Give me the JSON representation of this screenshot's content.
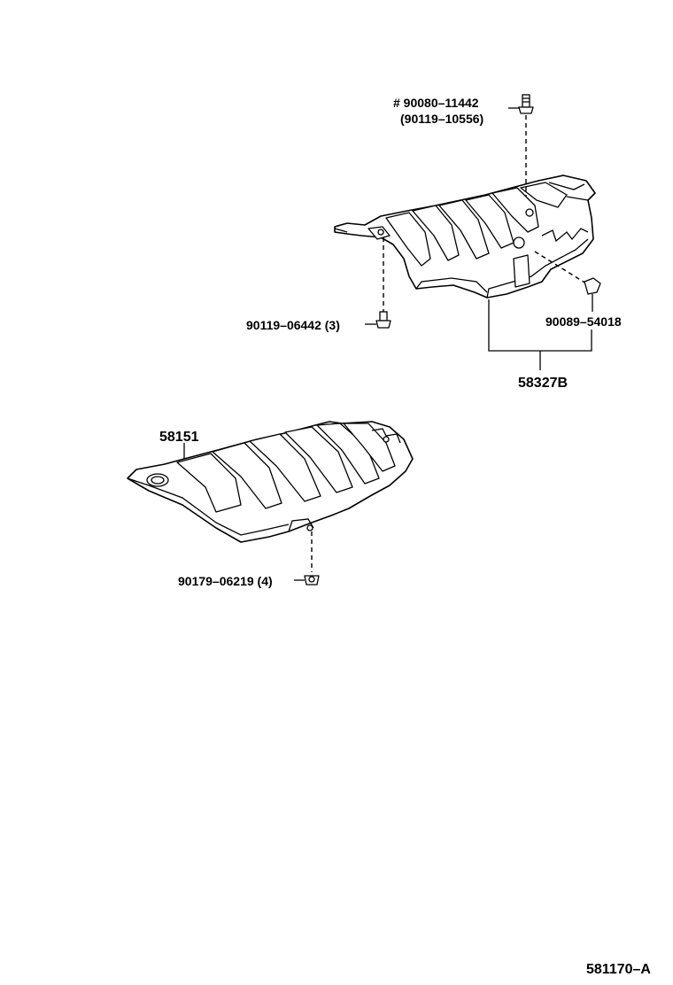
{
  "labels": {
    "bolt_top_line1": "# 90080–11442",
    "bolt_top_line2": "(90119–10556)",
    "bolt_left": "90119–06442 (3)",
    "clip_right": "90089–54018",
    "insulator_upper": "58327B",
    "insulator_lower": "58151",
    "nut_lower": "90179–06219 (4)",
    "diagram_code": "581170–A"
  }
}
